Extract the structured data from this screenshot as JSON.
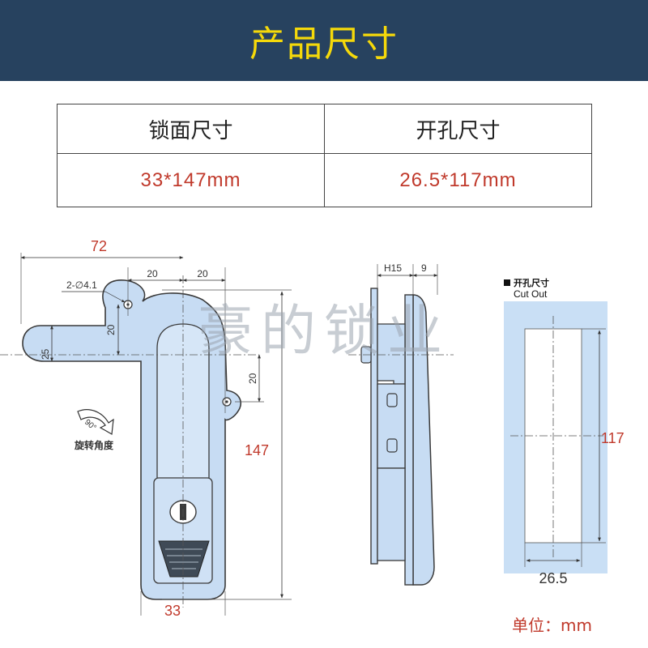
{
  "banner": {
    "title": "产品尺寸"
  },
  "spec_table": {
    "headers": [
      "锁面尺寸",
      "开孔尺寸"
    ],
    "values": [
      "33*147mm",
      "26.5*117mm"
    ]
  },
  "watermark": "豪的锁业",
  "front_view": {
    "overall_width": "72",
    "offset_a": "20",
    "offset_b": "20",
    "hole_callout": "2-∅4.1",
    "dim_20_left": "20",
    "dim_25": "25",
    "dim_20_right": "20",
    "height": "147",
    "bottom_width": "33",
    "rotation_angle": "90°",
    "rotation_label": "旋转角度"
  },
  "side_view": {
    "dim_h15": "H15",
    "dim_9": "9"
  },
  "cutout": {
    "title_cn": "开孔尺寸",
    "title_en": "Cut Out",
    "height": "117",
    "width": "26.5"
  },
  "unit_label": "单位：mm",
  "colors": {
    "banner_bg": "#27425f",
    "banner_text": "#f5d90a",
    "accent_red": "#c0392b",
    "lock_blue": "#c7dcf3",
    "cutout_blue": "#c9dff5",
    "outline": "#3a3a3a"
  }
}
